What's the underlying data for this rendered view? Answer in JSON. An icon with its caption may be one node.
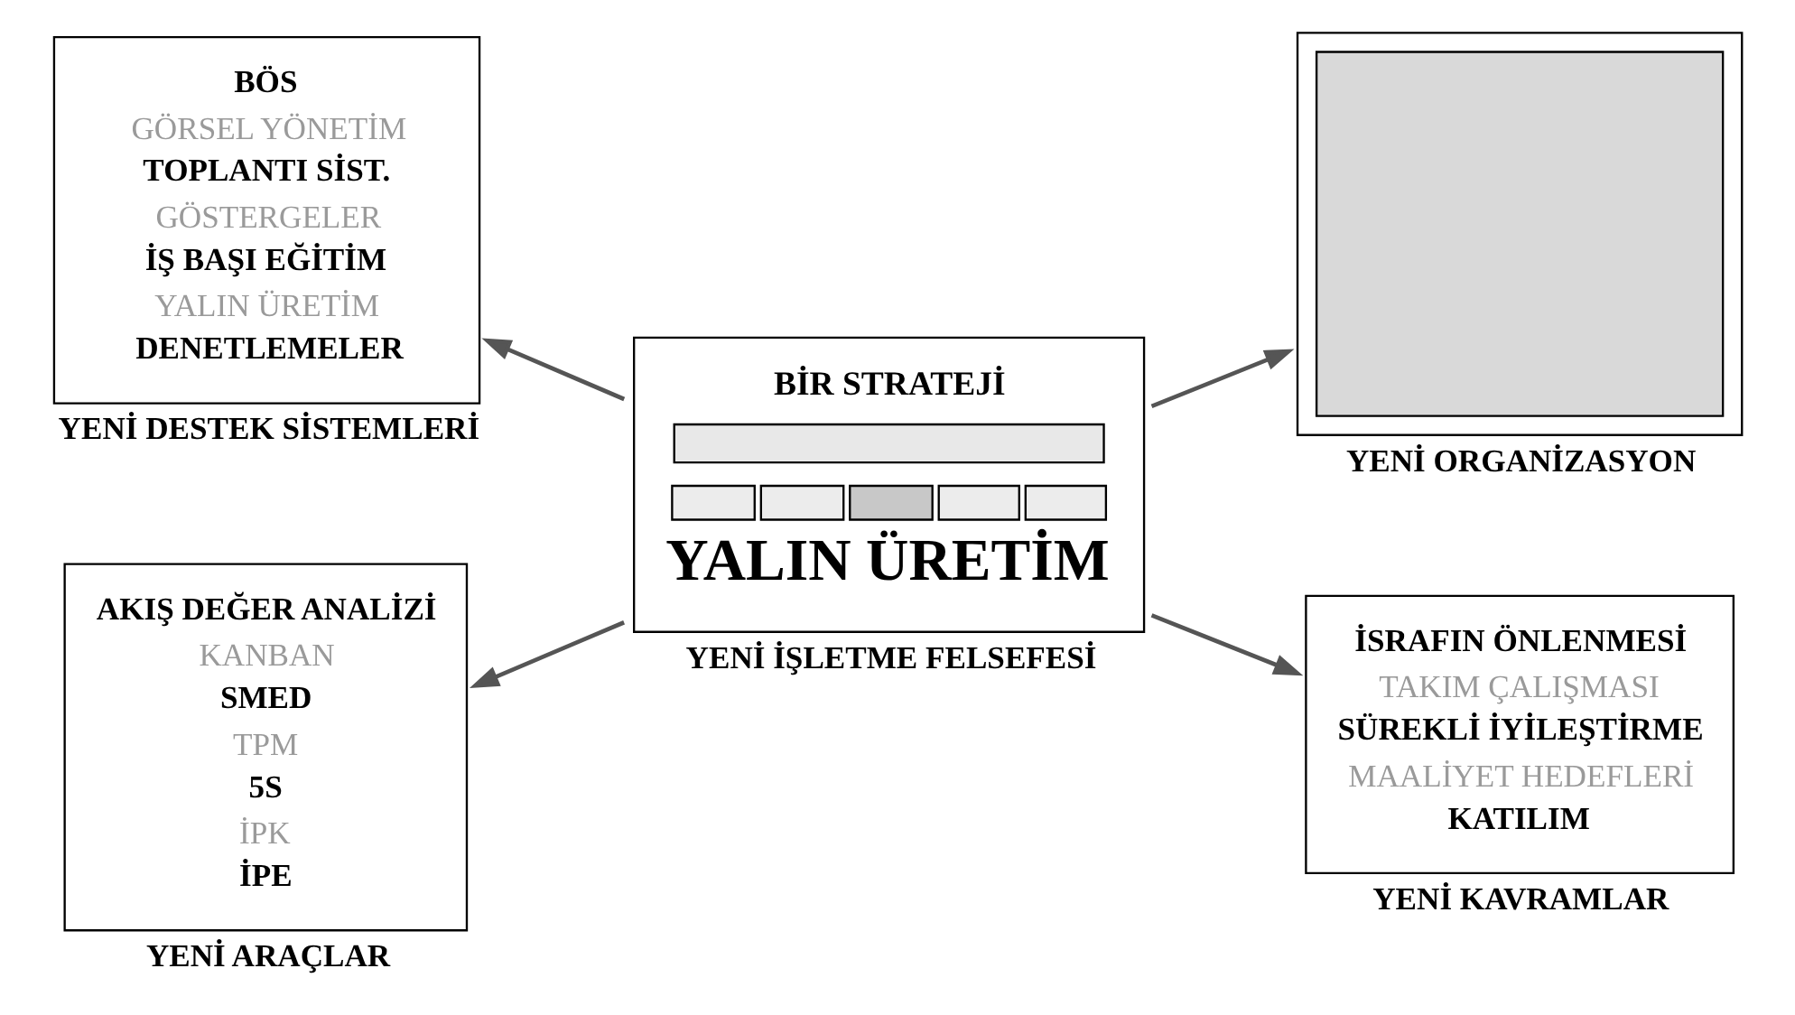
{
  "diagram": {
    "nodes": [
      {
        "text": [
          "BİR STRATEJİ",
          "YALIN ÜRETİM"
        ],
        "beside": [
          "YENİ İŞLETME FELSEFESİ"
        ]
      },
      {
        "text": [
          "BÖS",
          "GÖRSEL YÖNETİM",
          "TOPLANTI SİST.",
          "GÖSTERGELER",
          "İŞ BAŞI EĞİTİM",
          "YALIN ÜRETİM",
          "DENETLEMELER"
        ],
        "beside": [
          "YENİ DESTEK SİSTEMLERİ"
        ]
      },
      {
        "text": [],
        "shape": "picture",
        "beside": [
          "YENİ ORGANİZASYON"
        ]
      },
      {
        "text": [
          "AKIŞ DEĞER ANALİZİ",
          "KANBAN",
          "SMED",
          "TPM",
          "5S",
          "İPK",
          "İPE"
        ],
        "beside": [
          "YENİ ARAÇLAR"
        ]
      },
      {
        "text": [
          "İSRAFIN ÖNLENMESİ",
          "TAKIM ÇALIŞMASI",
          "SÜREKLİ İYİLEŞTİRME",
          "MAALİYET HEDEFLERİ",
          "KATILIM"
        ],
        "beside": [
          "YENİ KAVRAMLAR"
        ]
      }
    ],
    "edges": [
      {
        "from": 0,
        "to": 1,
        "arrow": "to"
      },
      {
        "from": 0,
        "to": 2,
        "arrow": "to"
      },
      {
        "from": 0,
        "to": 3,
        "arrow": "to"
      },
      {
        "from": 0,
        "to": 4,
        "arrow": "to"
      }
    ]
  }
}
